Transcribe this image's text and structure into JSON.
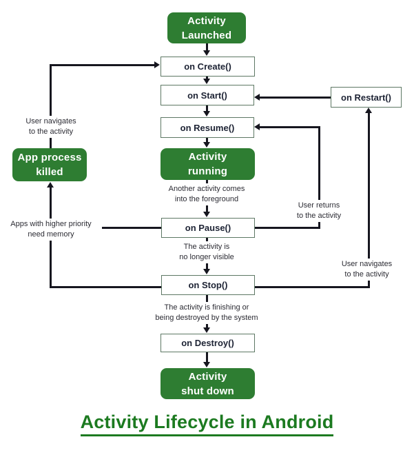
{
  "title": "Activity Lifecycle in Android",
  "colors": {
    "node_green": "#2e7d32",
    "title_green": "#1c7a20",
    "line_dark": "#16161f",
    "box_border": "#5c7763"
  },
  "diagram": {
    "nodes": {
      "launched": "Activity\nLaunched",
      "create": "on Create()",
      "start": "on Start()",
      "resume": "on Resume()",
      "running": "Activity\nrunning",
      "pause": "on Pause()",
      "stop": "on Stop()",
      "destroy": "on Destroy()",
      "shutdown": "Activity\nshut down",
      "killed": "App process\nkilled",
      "restart": "on Restart()"
    },
    "labels": {
      "user_nav_left": "User navigates\nto the activity",
      "another_activity": "Another activity comes\ninto the foreground",
      "user_returns": "User returns\nto the activity",
      "apps_priority": "Apps with higher priority\nneed memory",
      "no_longer_visible": "The activity is\nno longer visible",
      "finishing": "The activity is finishing or\nbeing destroyed by the system",
      "user_nav_right": "User navigates\nto the activity"
    }
  }
}
